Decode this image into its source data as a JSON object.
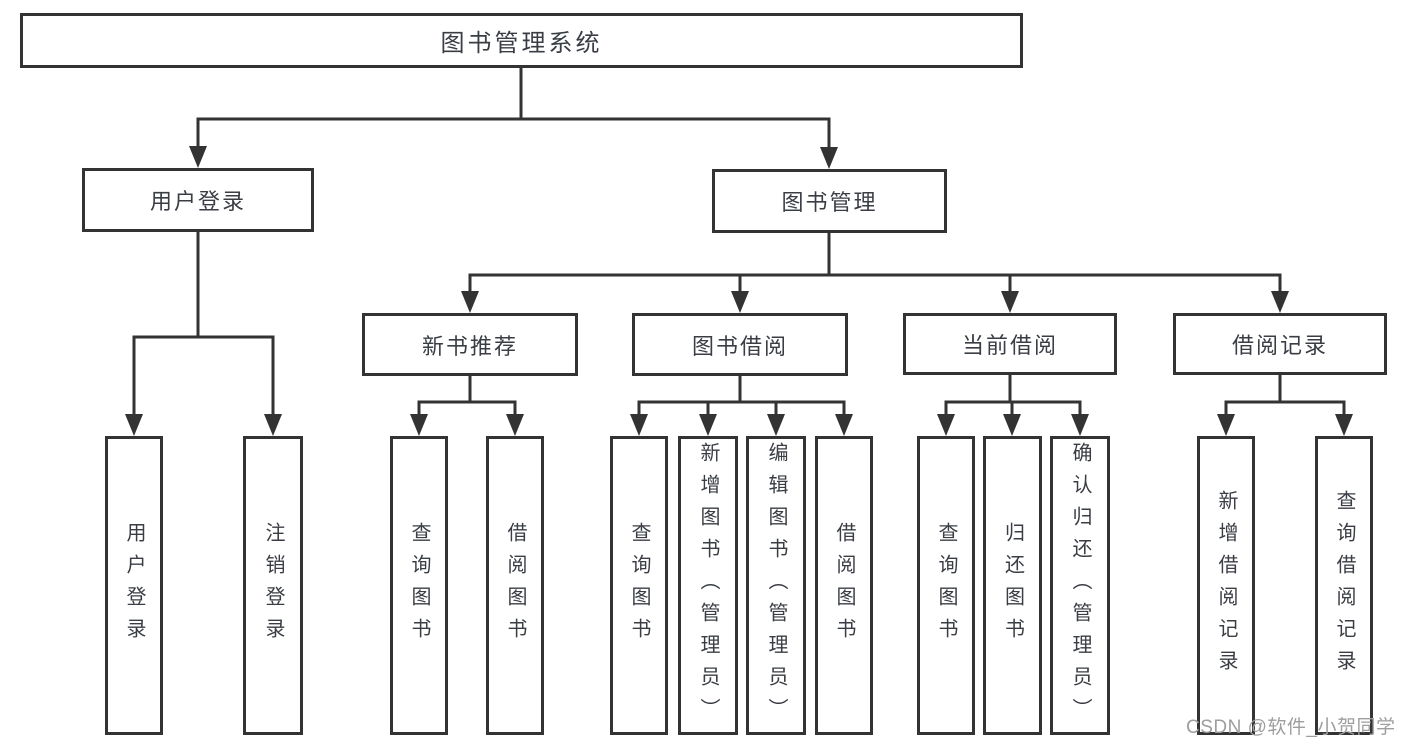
{
  "page": {
    "watermark": "CSDN @软件_小贺同学"
  },
  "colors": {
    "line": "#333333",
    "text": "#3a3e44",
    "watermark": "#9e9e9e",
    "background": "#ffffff"
  },
  "tree": {
    "root": "图书管理系统",
    "branches": [
      {
        "label": "用户登录",
        "leaves": [
          "用户登录",
          "注销登录"
        ]
      },
      {
        "label": "图书管理",
        "sections": [
          {
            "label": "新书推荐",
            "leaves": [
              "查询图书",
              "借阅图书"
            ]
          },
          {
            "label": "图书借阅",
            "leaves": [
              "查询图书",
              "新增图书（管理员）",
              "编辑图书（管理员）",
              "借阅图书"
            ]
          },
          {
            "label": "当前借阅",
            "leaves": [
              "查询图书",
              "归还图书",
              "确认归还（管理员）"
            ]
          },
          {
            "label": "借阅记录",
            "leaves": [
              "新增借阅记录",
              "查询借阅记录"
            ]
          }
        ]
      }
    ]
  }
}
